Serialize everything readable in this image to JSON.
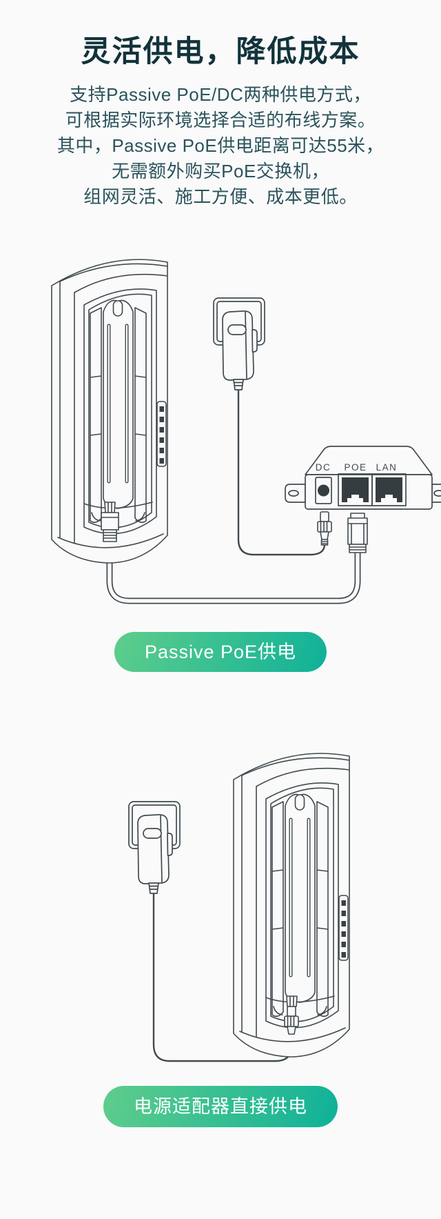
{
  "page": {
    "background": "#fafafa"
  },
  "header": {
    "title": "灵活供电，降低成本",
    "description_lines": [
      "支持Passive PoE/DC两种供电方式，",
      "可根据实际环境选择合适的布线方案。",
      "其中，Passive PoE供电距离可达55米，",
      "无需额外购买PoE交换机，",
      "组网灵活、施工方便、成本更低。"
    ]
  },
  "diagrams": {
    "passive_poe": {
      "caption": "Passive PoE供电",
      "injector_ports": {
        "dc": "DC",
        "poe": "POE",
        "lan": "LAN"
      }
    },
    "dc_direct": {
      "caption": "电源适配器直接供电"
    }
  },
  "colors": {
    "title_text": "#12333b",
    "body_text": "#2b535c",
    "line_art": "#414a4f",
    "badge_gradient_start": "#5fcd8b",
    "badge_gradient_end": "#0fb199",
    "badge_text": "#ffffff"
  }
}
